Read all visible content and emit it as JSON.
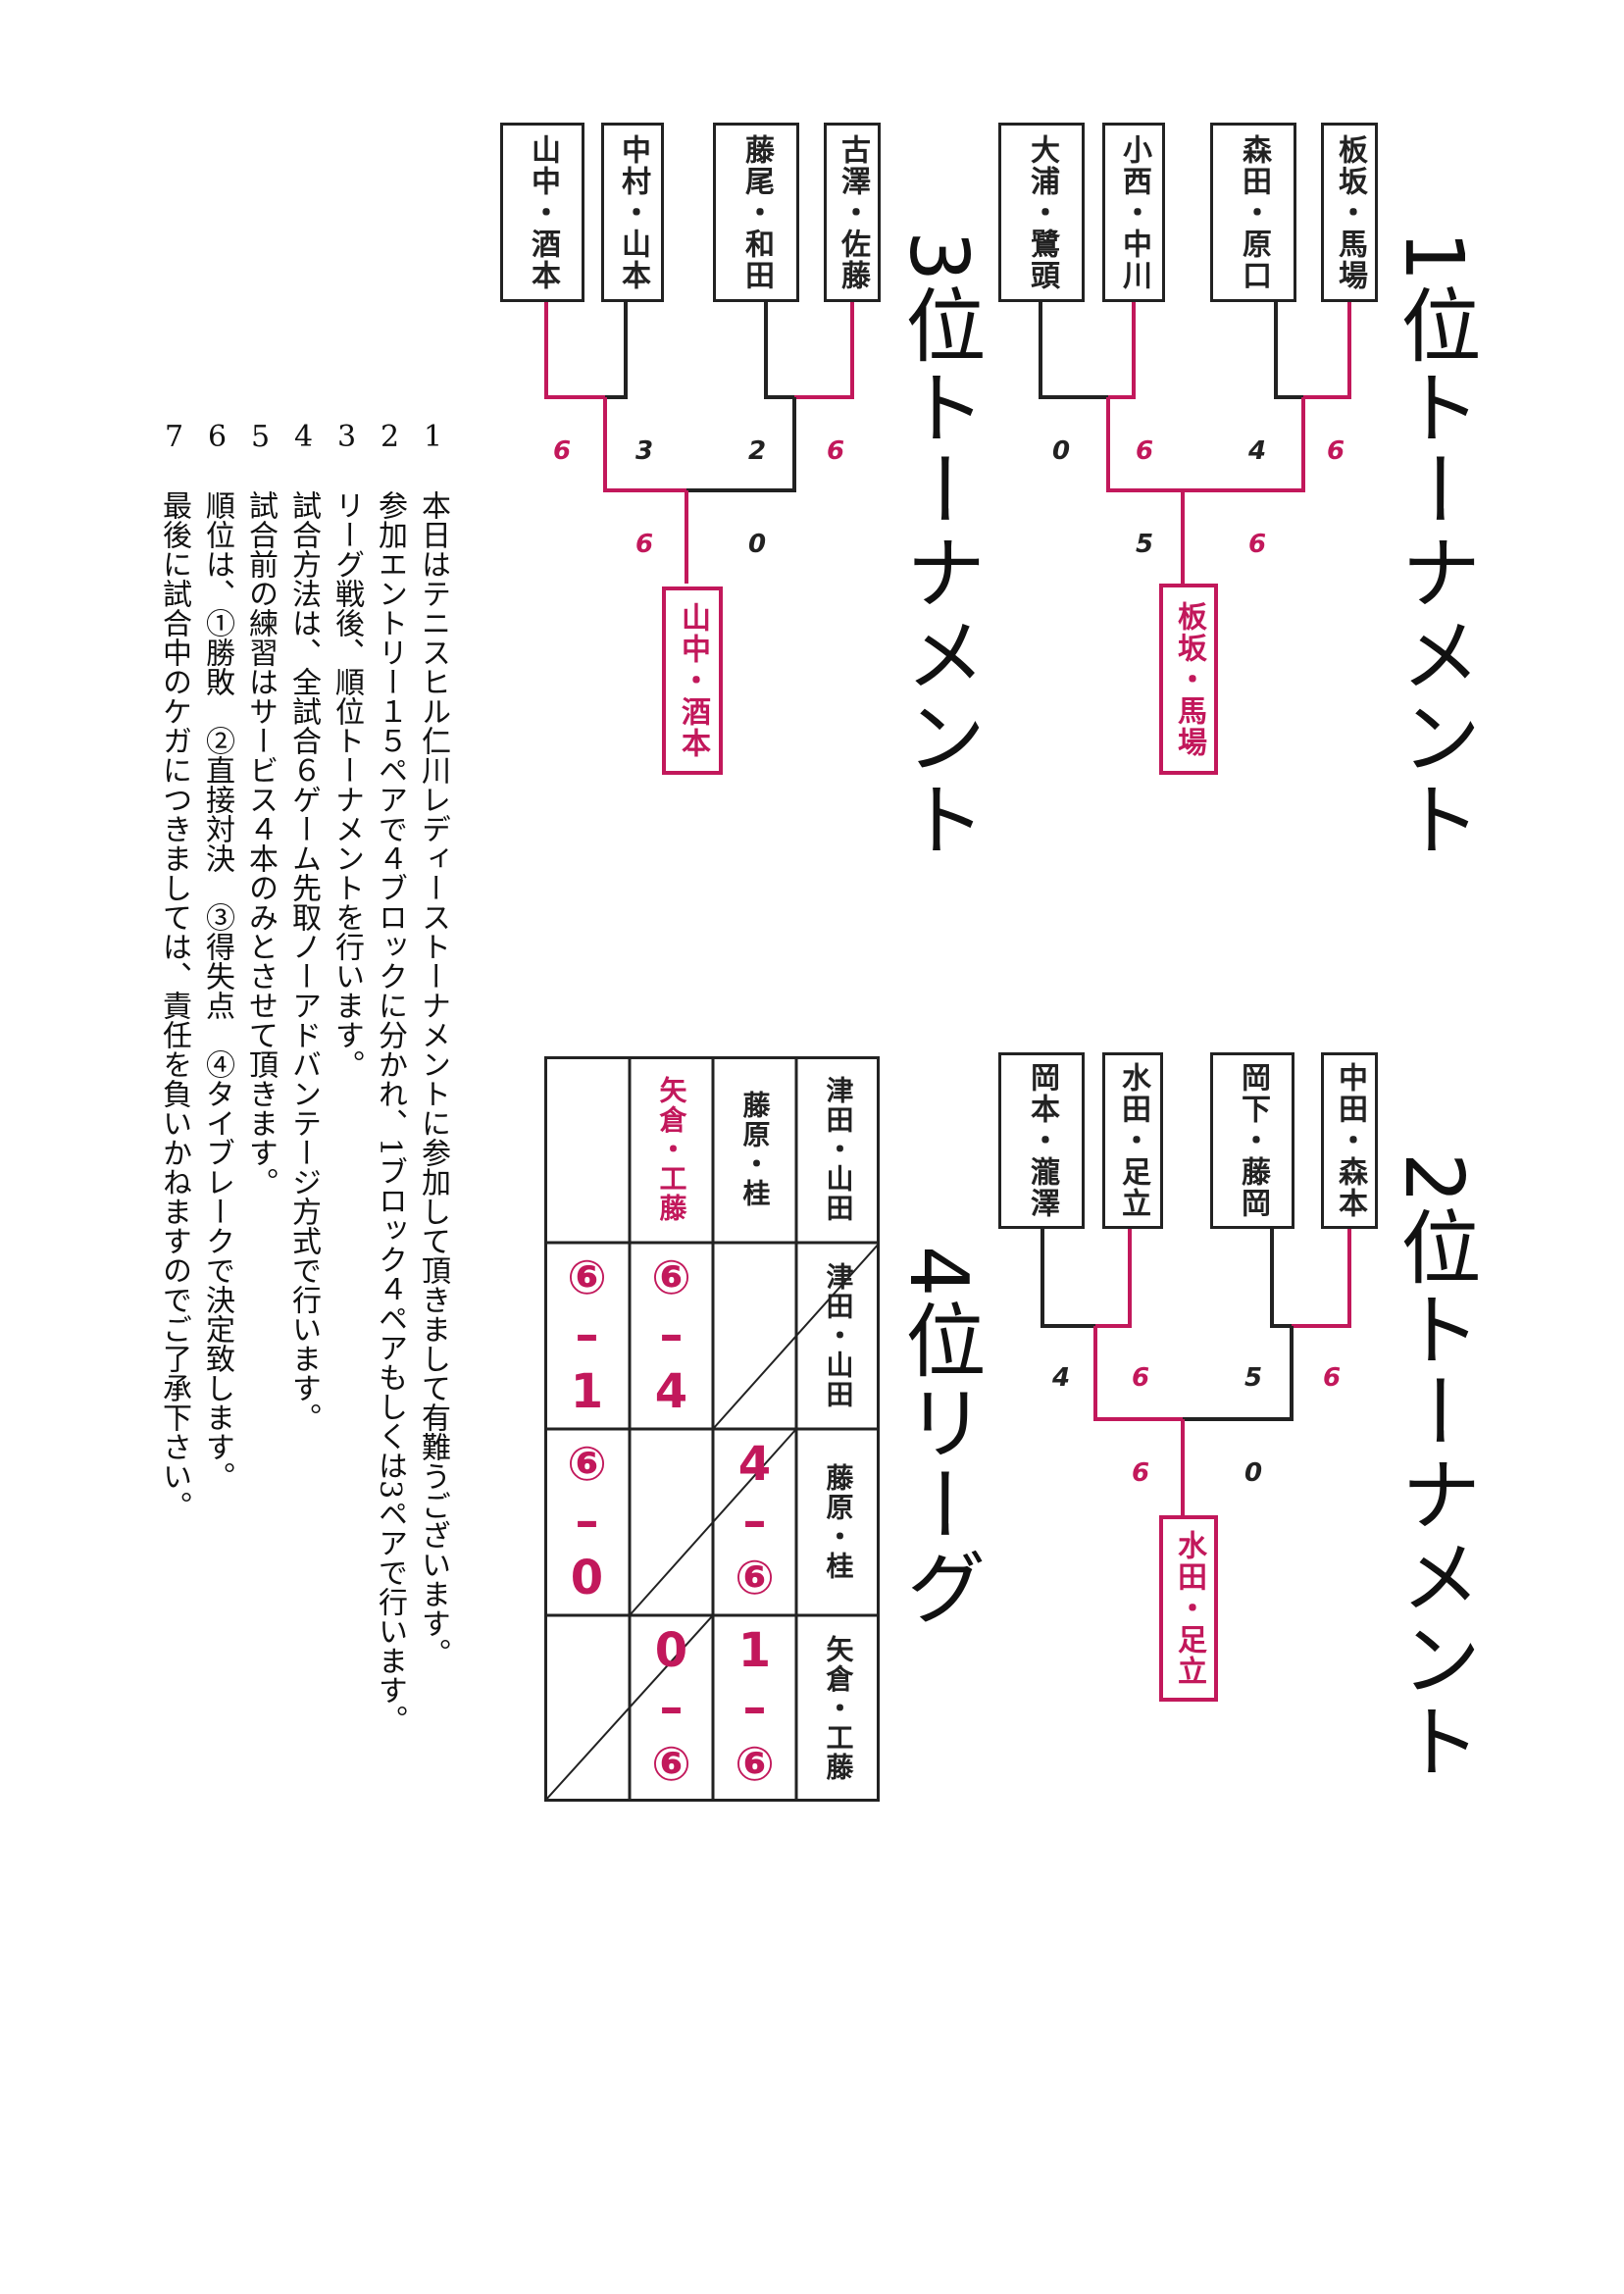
{
  "tournaments": {
    "t1": {
      "title": "1位トーナメント",
      "pairs": [
        "板坂・馬場",
        "森田・原口",
        "小西・中川",
        "大浦・鷺頭"
      ],
      "winner": "板坂・馬場",
      "scores": {
        "a1": "6",
        "a2": "4",
        "b1": "6",
        "b2": "0",
        "f1": "6",
        "f2": "5"
      }
    },
    "t2": {
      "title": "2位トーナメント",
      "pairs": [
        "中田・森本",
        "岡下・藤岡",
        "水田・足立",
        "岡本・瀧澤"
      ],
      "winner": "水田・足立",
      "scores": {
        "a1": "6",
        "a2": "5",
        "b1": "6",
        "b2": "4",
        "f1": "0",
        "f2": "6"
      }
    },
    "t3": {
      "title": "3位トーナメント",
      "pairs": [
        "古澤・佐藤",
        "藤尾・和田",
        "中村・山本",
        "山中・酒本"
      ],
      "winner": "山中・酒本",
      "scores": {
        "a1": "6",
        "a2": "2",
        "b1": "3",
        "b2": "6",
        "f1": "0",
        "f2": "6"
      }
    }
  },
  "league": {
    "title": "4位リーグ",
    "teams": [
      "津田・山田",
      "藤原・桂",
      "矢倉・工藤"
    ],
    "results": {
      "r1c2": "4–⑥",
      "r1c3": "1–⑥",
      "r2c1": "⑥–4",
      "r2c3": "0–⑥",
      "r3c1": "⑥–1",
      "r3c2": "⑥–0"
    }
  },
  "notes": [
    {
      "num": "1",
      "text": "本日はテニスヒル仁川レディーストーナメントに参加して頂きまして有難うございます。"
    },
    {
      "num": "2",
      "text": "参加エントリー１５ペアで４ブロックに分かれ、1ブロック４ペアもしくは3ペアで行います。"
    },
    {
      "num": "3",
      "text": "リーグ戦後、順位トーナメントを行います。"
    },
    {
      "num": "4",
      "text": "試合方法は、全試合６ゲーム先取ノーアドバンテージ方式で行います。"
    },
    {
      "num": "5",
      "text": "試合前の練習はサービス４本のみとさせて頂きます。"
    },
    {
      "num": "6",
      "text": "順位は、①勝敗　②直接対決　③得失点　④タイブレークで決定致します。"
    },
    {
      "num": "7",
      "text": "最後に試合中のケガにつきましては、責任を負いかねますのでご了承下さい。"
    }
  ],
  "colors": {
    "accent": "#c2185b",
    "ink": "#222222"
  }
}
